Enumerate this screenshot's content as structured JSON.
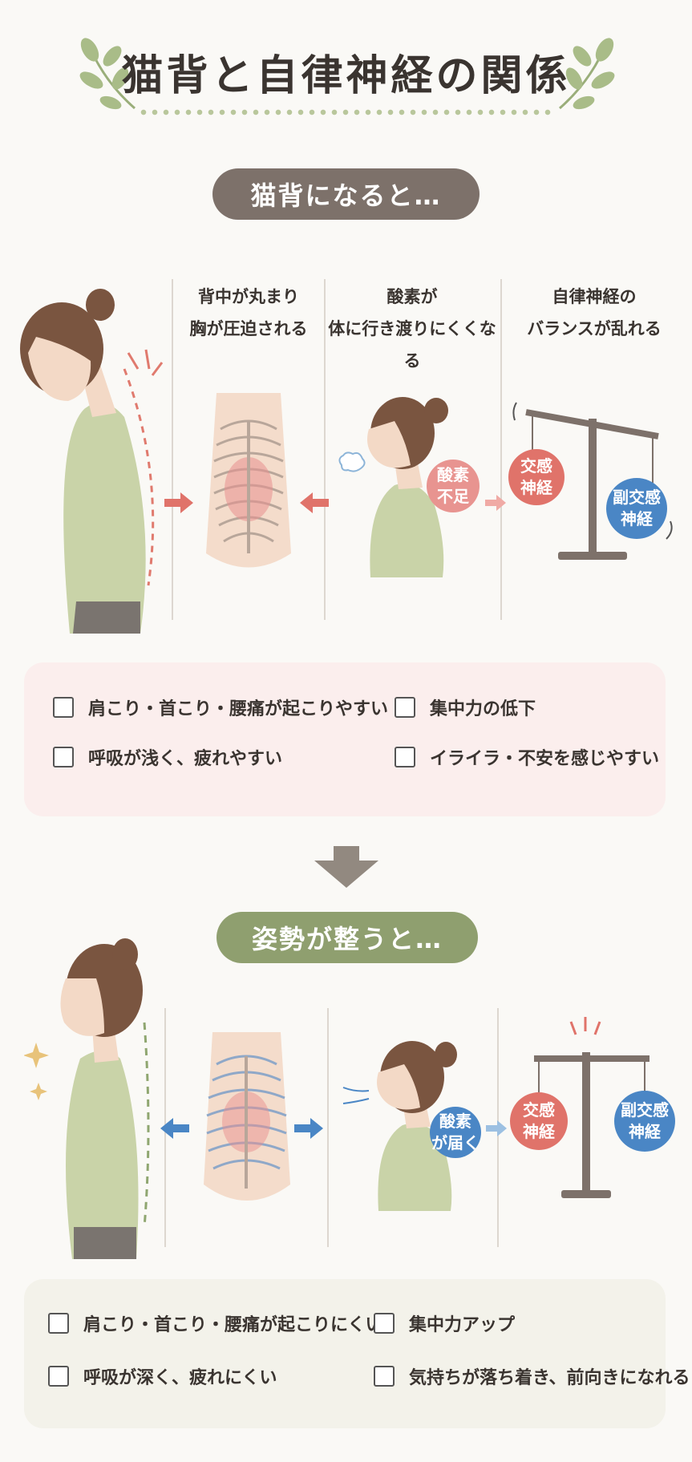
{
  "title": "猫背と自律神経の関係",
  "bad": {
    "heading": "猫背になると…",
    "steps": [
      {
        "line1": "背中が丸まり",
        "line2": "胸が圧迫される"
      },
      {
        "line1": "酸素が",
        "line2": "体に行き渡りにくくなる"
      },
      {
        "line1": "自律神経の",
        "line2": "バランスが乱れる"
      }
    ],
    "oxygen_label": "酸素\n不足",
    "sympathetic": "交感\n神経",
    "parasympathetic": "副交感\n神経",
    "checks": [
      "肩こり・首こり・腰痛が起こりやすい",
      "集中力の低下",
      "呼吸が浅く、疲れやすい",
      "イライラ・不安を感じやすい"
    ]
  },
  "good": {
    "heading": "姿勢が整うと…",
    "oxygen_label": "酸素\nが届く",
    "sympathetic": "交感\n神経",
    "parasympathetic": "副交感\n神経",
    "checks": [
      "肩こり・首こり・腰痛が起こりにくい",
      "集中力アップ",
      "呼吸が深く、疲れにくい",
      "気持ちが落ち着き、前向きになれる"
    ]
  },
  "colors": {
    "bad_pill": "#7d716a",
    "good_pill": "#8f9f6f",
    "red": "#e0736a",
    "blue": "#4a86c5",
    "shirt": "#c9d3a8"
  }
}
